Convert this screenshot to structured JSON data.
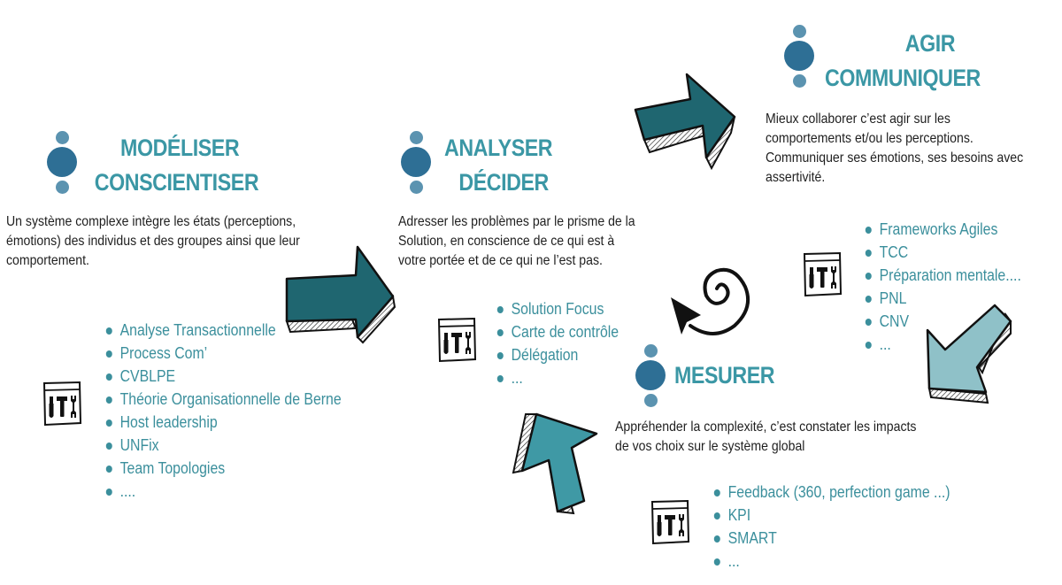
{
  "colors": {
    "title": "#3b97a5",
    "list_text": "#3b8f9c",
    "body_text": "#1e1e1e",
    "dot_small": "#5b93b0",
    "dot_large": "#2e6f95",
    "arrow_dark": "#1f6670",
    "arrow_mid": "#3f99a5",
    "arrow_light": "#8fc1c8"
  },
  "sections": {
    "modeliser": {
      "title_line1": "MODÉLISER",
      "title_line2": "CONSCIENTISER",
      "description": [
        "Un système complexe intègre les états (perceptions,",
        "émotions) des individus et des groupes ainsi que leur",
        "comportement."
      ],
      "tools_icon": "toolbox-icon",
      "tools": [
        "Analyse Transactionnelle",
        "Process Com’",
        "CVBLPE",
        "Théorie Organisationnelle de Berne",
        "Host leadership",
        "UNFix",
        "Team Topologies",
        "...."
      ]
    },
    "analyser": {
      "title_line1": "ANALYSER",
      "title_line2": "DÉCIDER",
      "description": [
        "Adresser les problèmes par le prisme de la",
        "Solution, en conscience de ce qui est à",
        "votre portée et de ce qui ne l’est pas."
      ],
      "tools_icon": "toolbox-icon",
      "tools": [
        "Solution Focus",
        "Carte de contrôle",
        "Délégation",
        "..."
      ]
    },
    "agir": {
      "title_line1": "AGIR",
      "title_line2": "COMMUNIQUER",
      "description": [
        "Mieux collaborer c’est agir sur les",
        "comportements et/ou les perceptions.",
        "Communiquer ses émotions, ses besoins avec",
        "assertivité."
      ],
      "tools_icon": "toolbox-icon",
      "tools": [
        "Frameworks Agiles",
        "TCC",
        "Préparation mentale....",
        "PNL",
        "CNV",
        "..."
      ]
    },
    "mesurer": {
      "title_line1": "MESURER",
      "description": [
        "Appréhender la complexité, c’est constater les impacts",
        "de vos choix sur le système global"
      ],
      "tools_icon": "toolbox-icon",
      "tools": [
        "Feedback (360, perfection game ...)",
        "KPI",
        "SMART",
        "..."
      ]
    }
  },
  "connectors": [
    {
      "name": "arrow-modeliser-to-analyser",
      "direction": "right"
    },
    {
      "name": "arrow-analyser-to-agir",
      "direction": "up-right"
    },
    {
      "name": "arrow-agir-to-mesurer",
      "direction": "down-left"
    },
    {
      "name": "arrow-mesurer-to-analyser",
      "direction": "up-left"
    },
    {
      "name": "spiral-arrow",
      "direction": "loop"
    }
  ]
}
